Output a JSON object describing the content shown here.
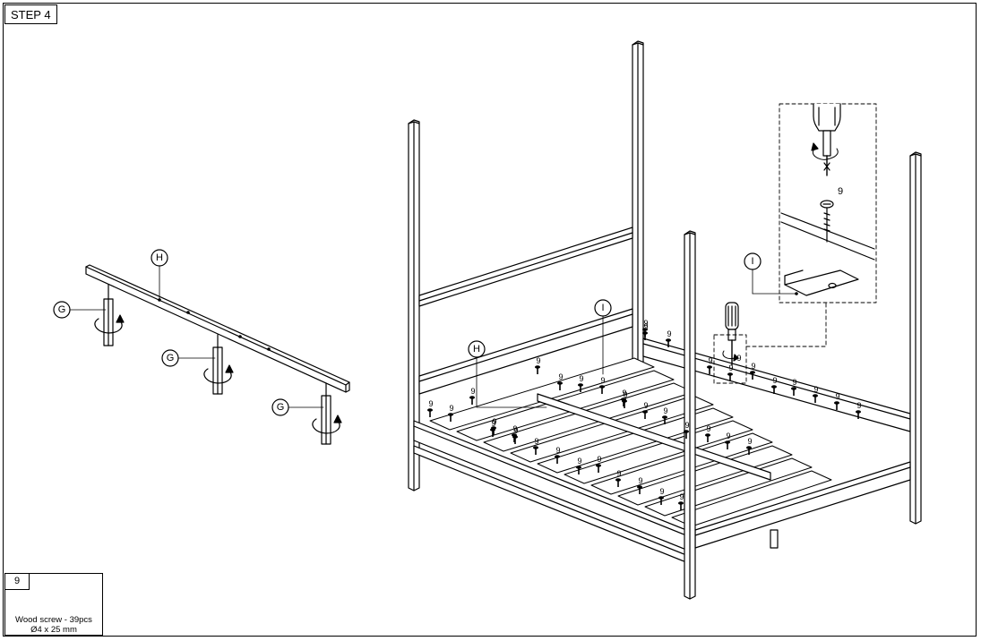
{
  "step": {
    "label": "STEP 4"
  },
  "callouts": {
    "G": "G",
    "H": "H",
    "I": "I"
  },
  "screw_number": "9",
  "parts": {
    "qty_ref": "9",
    "description": "Wood screw - 39pcs",
    "size": "Ø4 x 25 mm"
  },
  "icons": [
    "wood-screw-icon",
    "screwdriver-icon",
    "rotation-arrow-icon"
  ]
}
